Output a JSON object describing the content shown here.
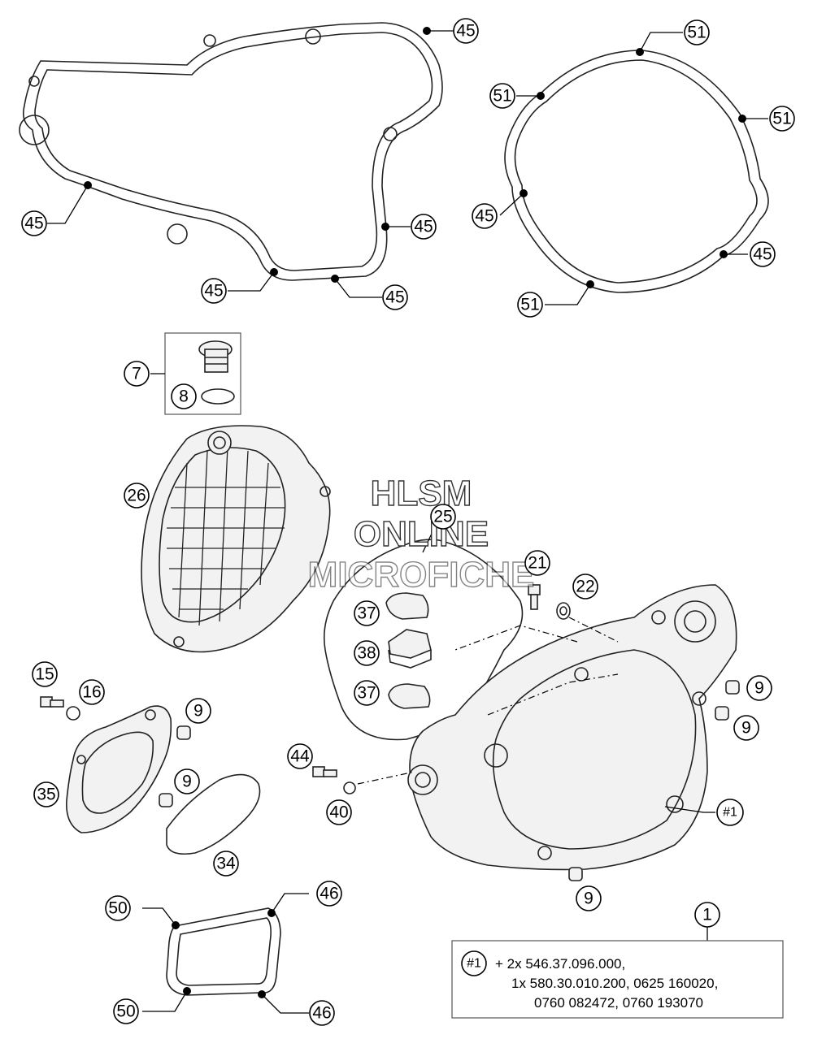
{
  "watermark": [
    "HLSM",
    "ONLINE",
    "MICROFICHE"
  ],
  "callouts": {
    "c45a": "45",
    "c45b": "45",
    "c45c": "45",
    "c45d": "45",
    "c45e": "45",
    "c45f": "45",
    "c45g": "45",
    "c51a": "51",
    "c51b": "51",
    "c51c": "51",
    "c51d": "51",
    "c7": "7",
    "c8": "8",
    "c26": "26",
    "c25": "25",
    "c21": "21",
    "c22": "22",
    "c37a": "37",
    "c38": "38",
    "c37b": "37",
    "c15": "15",
    "c16": "16",
    "c9a": "9",
    "c9b": "9",
    "c9c": "9",
    "c9d": "9",
    "c9e": "9",
    "c35": "35",
    "c34": "34",
    "c44": "44",
    "c40": "40",
    "cH1": "#1",
    "c1": "1",
    "c50a": "50",
    "c50b": "50",
    "c46a": "46",
    "c46b": "46"
  },
  "note": {
    "tag": "#1",
    "line1": "+ 2x 546.37.096.000,",
    "line2": "1x 580.30.010.200, 0625 160020,",
    "line3": "0760 082472, 0760 193070"
  }
}
